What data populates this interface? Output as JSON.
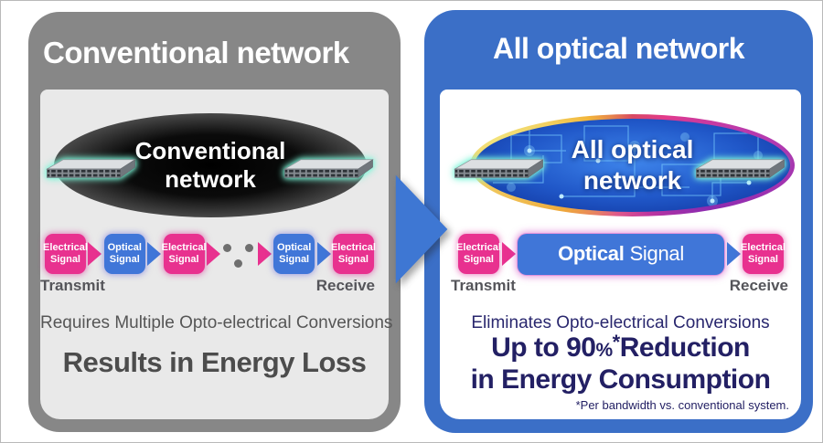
{
  "left_panel": {
    "title": "Conventional network",
    "cloud": {
      "line1": "Conventional",
      "line2": "network"
    },
    "chain": {
      "box1": {
        "line1": "Electrical",
        "line2": "Signal"
      },
      "box2": {
        "line1": "Optical",
        "line2": "Signal"
      },
      "box3": {
        "line1": "Electrical",
        "line2": "Signal"
      },
      "box4": {
        "line1": "Optical",
        "line2": "Signal"
      },
      "box5": {
        "line1": "Electrical",
        "line2": "Signal"
      }
    },
    "transmit_label": "Transmit",
    "receive_label": "Receive",
    "note": "Requires Multiple Opto-electrical Conversions",
    "result": "Results in Energy Loss"
  },
  "right_panel": {
    "title": "All optical network",
    "cloud": {
      "line1": "All optical",
      "line2": "network"
    },
    "chain": {
      "box1": {
        "line1": "Electrical",
        "line2": "Signal"
      },
      "optical_box": {
        "word1": "Optical",
        "word2": "Signal"
      },
      "box2": {
        "line1": "Electrical",
        "line2": "Signal"
      }
    },
    "transmit_label": "Transmit",
    "receive_label": "Receive",
    "note": "Eliminates Opto-electrical Conversions",
    "result": {
      "line1_prefix": "Up to 90",
      "pct": "%",
      "asterisk": "*",
      "line1_suffix": "Reduction",
      "line2": "in Energy Consumption"
    },
    "footnote": "*Per bandwidth vs. conventional system."
  },
  "colors": {
    "electrical_signal_pink": "#e8318f",
    "optical_signal_blue": "#4076d8",
    "left_panel_gray": "#878787",
    "left_inner_gray": "#e9e9e9",
    "right_panel_blue": "#3b6fc7",
    "navy_text": "#232064",
    "transition_arrow_blue": "#3e77d3",
    "switch_glow_teal": "#7df5d8"
  }
}
